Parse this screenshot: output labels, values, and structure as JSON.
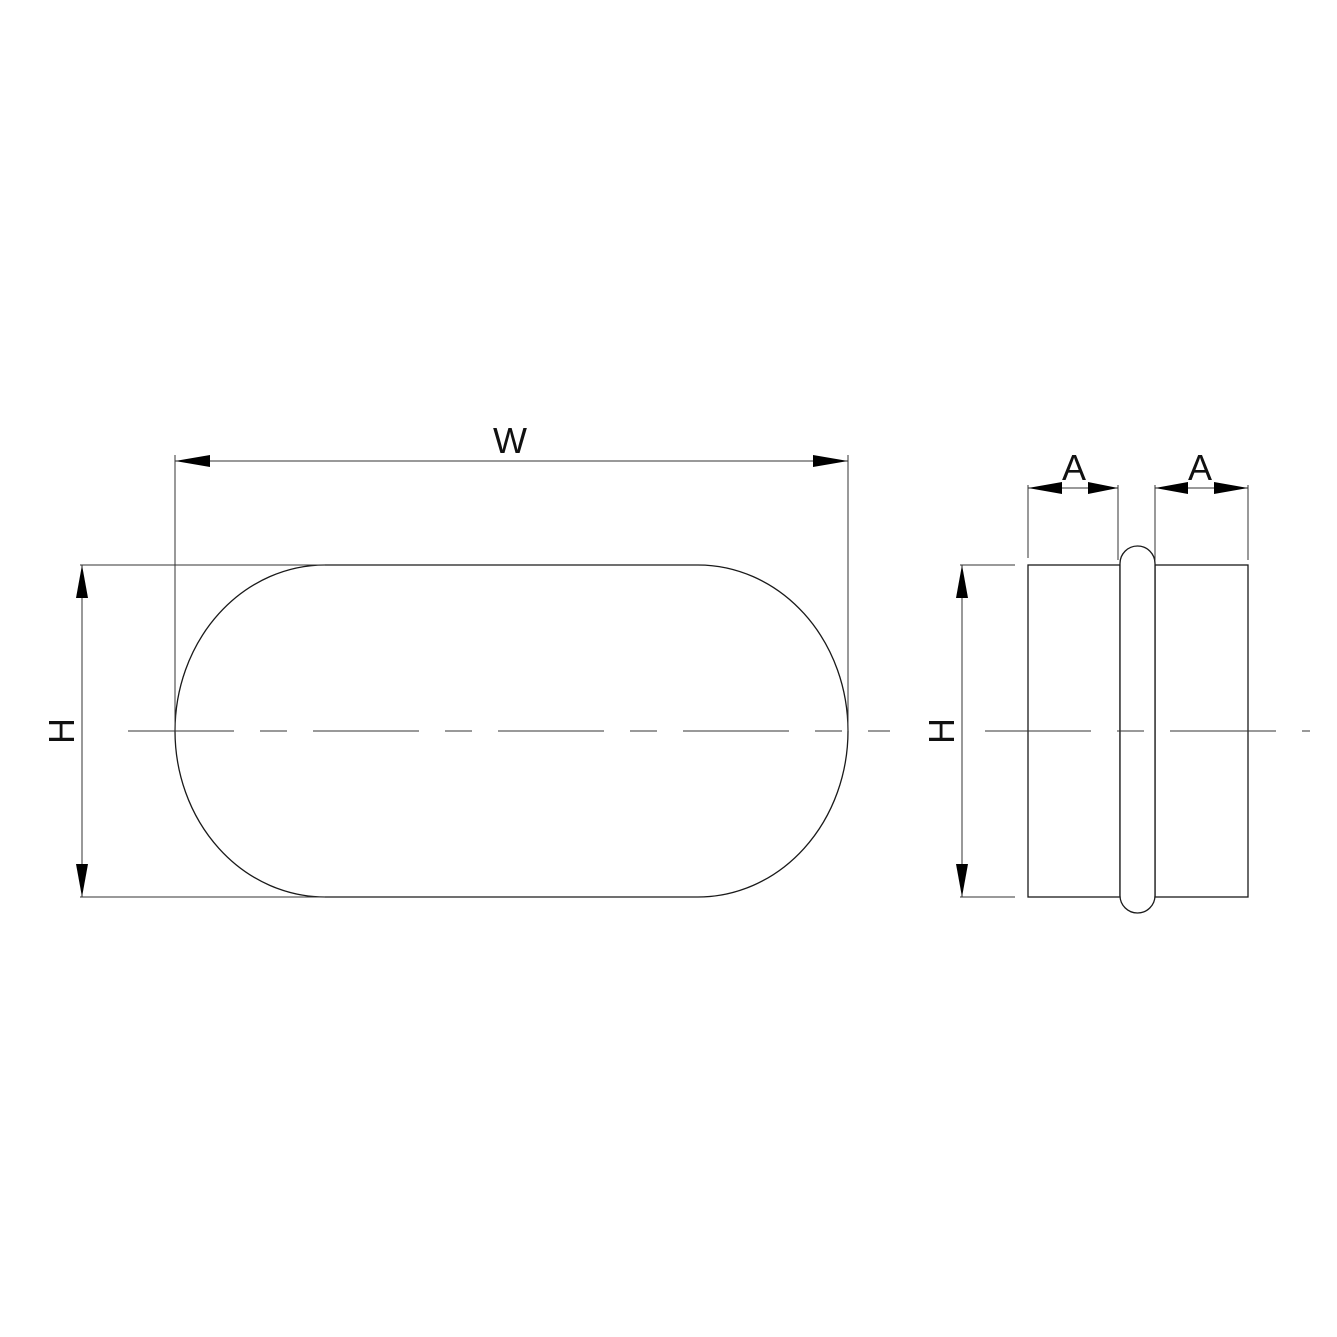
{
  "labels": {
    "width": "W",
    "height_front": "H",
    "height_side": "H",
    "a_left": "A",
    "a_right": "A"
  },
  "colors": {
    "line": "#1a1a1a",
    "background": "#ffffff"
  }
}
